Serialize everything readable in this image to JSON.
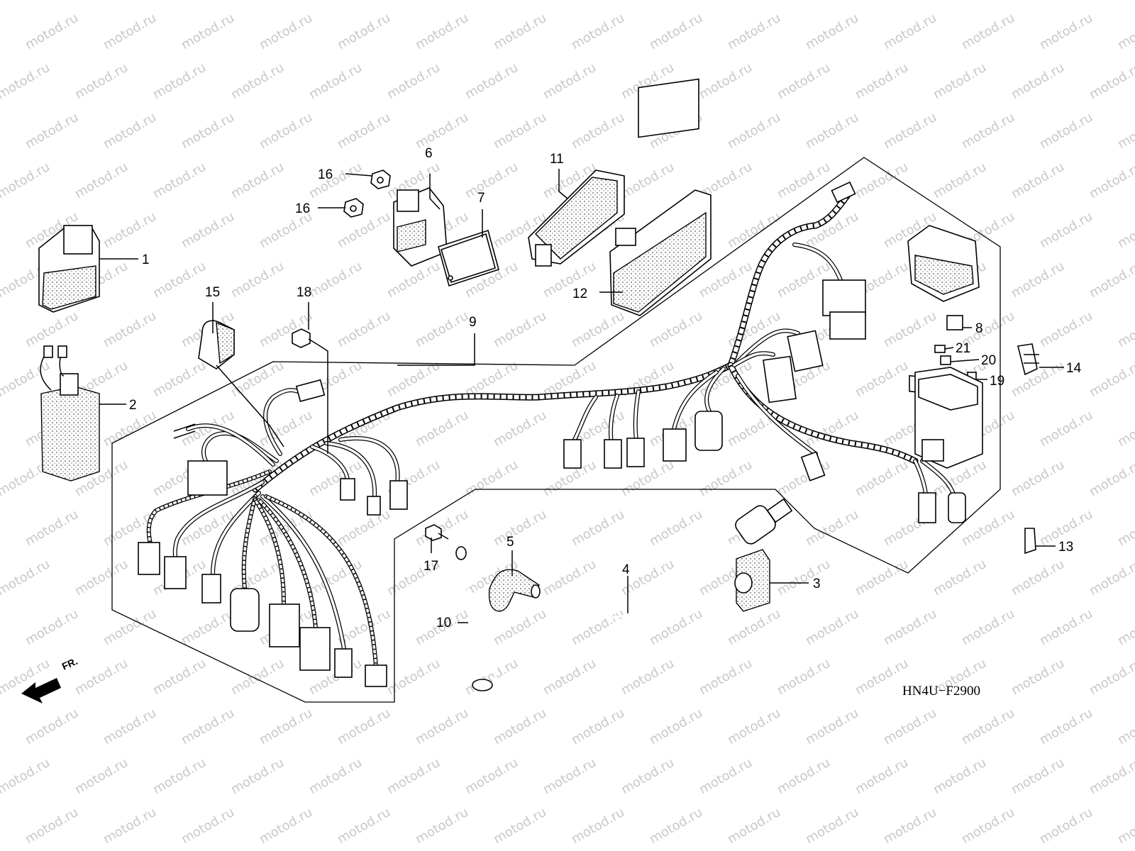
{
  "watermark": "motod.ru",
  "diagram_code": "HN4U−F2900",
  "front_label": "FR.",
  "callouts": {
    "c1": "1",
    "c2": "2",
    "c3": "3",
    "c4": "4",
    "c5": "5",
    "c6": "6",
    "c7": "7",
    "c8": "8",
    "c9": "9",
    "c10": "10",
    "c11": "11",
    "c12": "12",
    "c13": "13",
    "c14": "14",
    "c15": "15",
    "c16a": "16",
    "c16b": "16",
    "c17": "17",
    "c18": "18",
    "c19": "19",
    "c20": "20",
    "c21": "21"
  }
}
